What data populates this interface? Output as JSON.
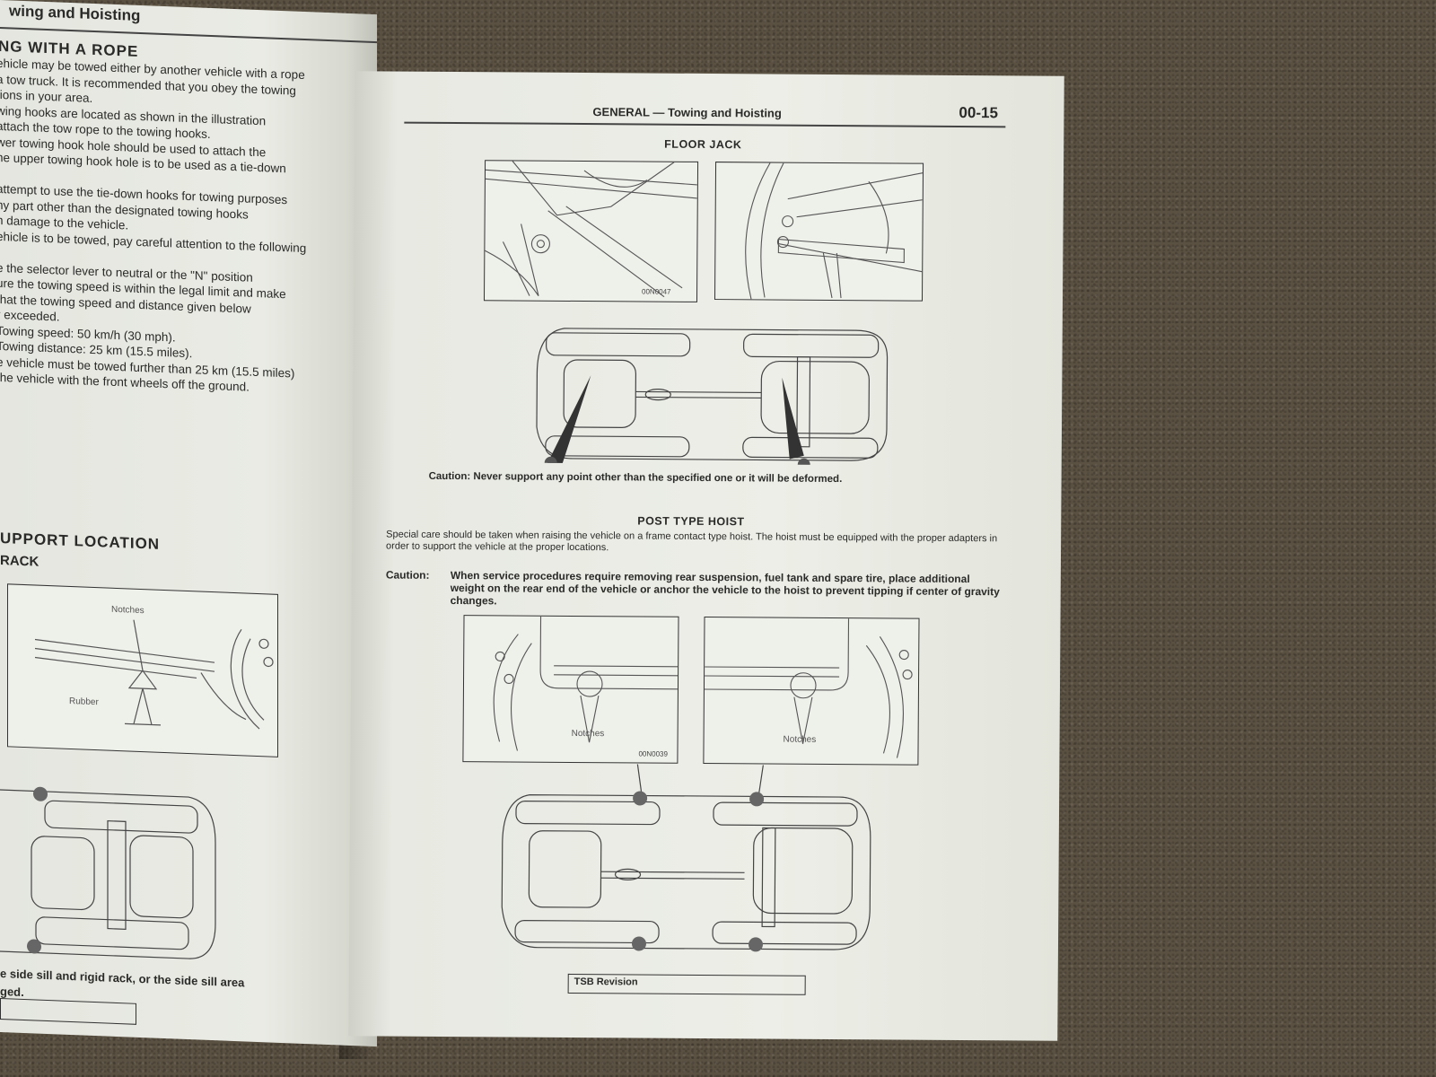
{
  "left_page": {
    "header": "wing and Hoisting",
    "section_title": "NG WITH A ROPE",
    "lines": [
      "ehicle may be towed either by another vehicle with a rope",
      "a tow truck. It is recommended that you obey the towing",
      "tions in your area.",
      "wing hooks are located as shown in the illustration",
      "attach the tow rope to the towing hooks.",
      "wer towing hook hole should be used to attach the",
      "he upper towing hook hole is to be used as a tie-down",
      "",
      "attempt to use the tie-down hooks for towing purposes",
      "ny part other than the designated towing hooks",
      "n damage to the vehicle.",
      "ehicle is to be towed, pay careful attention to the following",
      "",
      "e the selector lever to neutral or the \"N\" position",
      "ure the towing speed is within the legal limit and make",
      "that the towing speed and distance given below",
      "r exceeded.",
      "Towing speed: 50 km/h (30 mph).",
      "Towing distance: 25 km (15.5 miles).",
      "e vehicle must be towed further than 25 km (15.5 miles)",
      "the vehicle with the front wheels off the ground."
    ],
    "support_title": "UPPORT LOCATION",
    "rack_title": "RACK",
    "fig_notches_label": "Notches",
    "fig_rubber_label": "Rubber",
    "footer_lines": [
      "e side sill and rigid rack, or the side sill area",
      "ged."
    ]
  },
  "right_page": {
    "header_text": "GENERAL — Towing and Hoisting",
    "page_number": "00-15",
    "floor_jack_title": "FLOOR JACK",
    "floor_jack_code": "00N0047",
    "floor_jack_caution": "Caution: Never support any point other than the specified one or it will be deformed.",
    "post_hoist_title": "POST TYPE HOIST",
    "post_hoist_para": "Special care should be taken when raising the vehicle on a frame contact type hoist. The hoist must be equipped with the proper adapters in order to support the vehicle at the proper locations.",
    "caution_label": "Caution:",
    "caution_body": "When service procedures require removing rear suspension, fuel tank and spare tire, place additional weight on the rear end of the vehicle or anchor the vehicle to the hoist to prevent tipping if center of gravity changes.",
    "notches_label_left": "Notches",
    "notches_label_right": "Notches",
    "post_hoist_code": "00N0039",
    "tsb_label": "TSB Revision"
  }
}
